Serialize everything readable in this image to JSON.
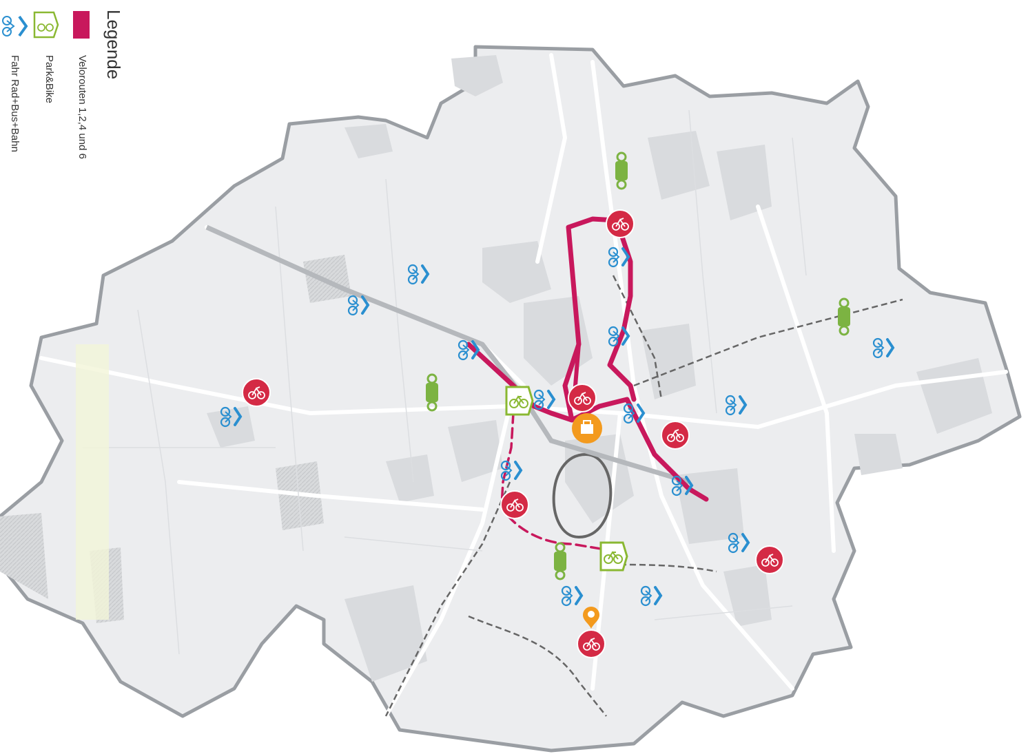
{
  "legend": {
    "title": "Legende",
    "items": [
      {
        "label": "Velorouten 1,2,4 und 6",
        "icon": "route-swatch-icon",
        "color": "#c8185c"
      },
      {
        "label": "Park&Bike",
        "icon": "park-and-bike-icon",
        "color": "#8ab832"
      },
      {
        "label": "Fahr Rad+Bus+Bahn",
        "icon": "bike-bus-train-icon",
        "color": "#2a8fd0"
      }
    ]
  },
  "colors": {
    "route": "#c8185c",
    "bike_station": "#d42a45",
    "transfer": "#2a8fd0",
    "green_bike": "#7cb342",
    "orange_marker": "#f39a1e",
    "map_fill": "#ecedef",
    "map_border": "#9a9ea3",
    "rail": "#666666"
  },
  "icons": {
    "bike_station": "bike-station-icon",
    "transfer": "bike-transfer-icon",
    "park_and_bike": "park-and-bike-icon",
    "green_bike": "green-bike-icon",
    "orange_marker": "location-marker-icon"
  }
}
